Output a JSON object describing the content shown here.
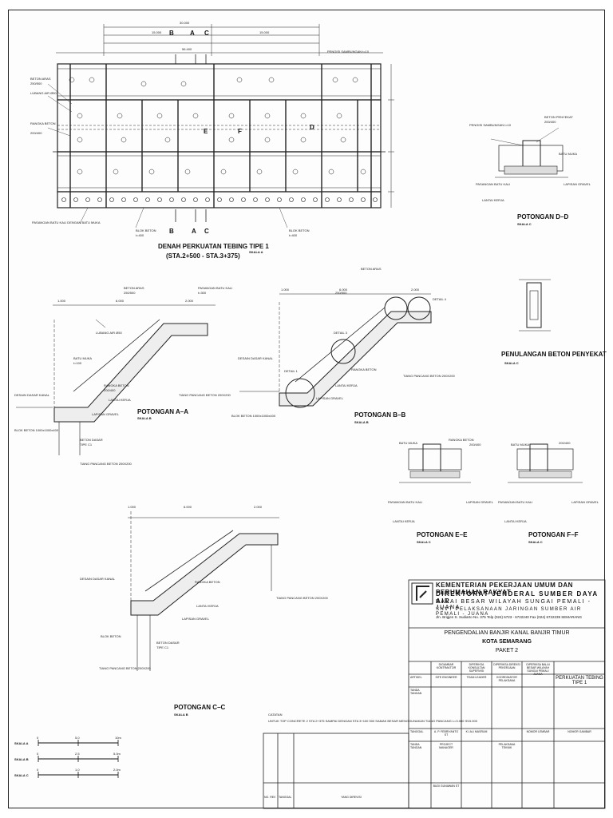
{
  "plan": {
    "title": "DENAH PERKUATAN TEBING TIPE 1",
    "subtitle": "(STA.2+500 - STA.3+375)",
    "scale": "SKALA A",
    "labels": [
      "BETON ARAS",
      "250/500",
      "LUBANG AIR Ø50",
      "RANGKA BETON",
      "200/400",
      "PASANGAN BATU KALI DENGAN BATU MUKA",
      "BLOK BETON",
      "t=400",
      "PENGISI SAMBUNGAN t=10"
    ],
    "section_marks": [
      "B",
      "A",
      "C",
      "E",
      "F",
      "D"
    ],
    "dims_top": [
      "30.000",
      "15.000",
      "15.000",
      "56.400"
    ]
  },
  "sections": {
    "aa": {
      "title": "POTONGAN A–A",
      "scale": "SKALA B",
      "labels": [
        "BETON ARAS",
        "250/500",
        "PASANGAN BATU KALI",
        "t=300",
        "LUBANG AIR Ø50",
        "BATU MUKA",
        "t=100",
        "RANGKA BETON",
        "200/400",
        "LANTAI KERJA",
        "LAPISAN GRAVEL",
        "TIANG PANCANG BETON 200X200",
        "DESAIN DASAR KANAL",
        "BLOK BETON 1000x1000x400",
        "BETON DASAR",
        "TIPE C1"
      ],
      "dims": [
        "1.000",
        "6.000",
        "2.000"
      ]
    },
    "bb": {
      "title": "POTONGAN B–B",
      "scale": "SKALA B",
      "labels": [
        "BETON ARAS",
        "250/500",
        "DETAIL 1",
        "DETAIL 3",
        "DETAIL 4",
        "DESAIN DASAR KANAL",
        "RANGKA BETON",
        "LANTAI KERJA",
        "LAPISAN GRAVEL",
        "TIANG PANCANG BETON 200X200",
        "BLOK BETON 1000x1000x400"
      ],
      "dims": [
        "1.000",
        "6.000",
        "2.000"
      ]
    },
    "cc": {
      "title": "POTONGAN C–C",
      "scale": "SKALA B",
      "labels": [
        "DESAIN DASAR KANAL",
        "RANGKA BETON",
        "LANTAI KERJA",
        "LAPISAN GRAVEL",
        "BLOK BETON",
        "BETON DASAR",
        "TIPE C1",
        "TIANG PANCANG BETON 200X200"
      ],
      "dims": [
        "1.000",
        "6.000",
        "2.000"
      ]
    },
    "dd": {
      "title": "POTONGAN D–D",
      "scale": "SKALA C",
      "labels": [
        "PENGISI SAMBUNGAN t=10",
        "BETON PENYEKAT",
        "200/400",
        "BATU MUKA",
        "PASANGAN BATU KALI",
        "LANTAI KERJA",
        "LAPISAN GRAVEL"
      ]
    },
    "ee": {
      "title": "POTONGAN E–E",
      "scale": "SKALA C",
      "labels": [
        "BATU MUKA",
        "RANGKA BETON",
        "200/400",
        "PASANGAN BATU KALI",
        "LAPISAN GRAVEL",
        "LANTAI KERJA"
      ]
    },
    "ff": {
      "title": "POTONGAN F–F",
      "scale": "SKALA C",
      "labels": [
        "BATU MUKA",
        "200/400",
        "PASANGAN BATU KALI",
        "LAPISAN GRAVEL",
        "LANTAI KERJA"
      ]
    },
    "peny": {
      "title": "PENULANGAN BETON PENYEKAT",
      "scale": "SKALA C"
    }
  },
  "note": {
    "heading": "CATATAN",
    "text": "UNTUK TOP CONCRETE 2 STA 2+375 SAMPAI DENGAN STA 3+100 500 SAMAK BESAR MENGGUNAKAN TIANG PANCANG L=3.000 Φ15.000"
  },
  "scales": [
    {
      "name": "SKALA A",
      "ticks": [
        "0",
        "5.0",
        "10m"
      ]
    },
    {
      "name": "SKALA B",
      "ticks": [
        "0",
        "2.5",
        "5.0m"
      ]
    },
    {
      "name": "SKALA C",
      "ticks": [
        "0",
        "1.0",
        "2.0m"
      ]
    }
  ],
  "title_block": {
    "org_line1": "KEMENTERIAN PEKERJAAN UMUM DAN PERUMAHAN RAKYAT",
    "org_line2": "DIREKTORAT JENDERAL SUMBER DAYA AIR",
    "org_line3": "BALAI BESAR WILAYAH SUNGAI PEMALI - JUANA",
    "org_line4": "SNVT PELAKSANAAN JARINGAN SUMBER AIR PEMALI - JUANA",
    "address": "Jln. Brigjen S. Sudiarto No. 375 Telp (024) 6723 - 6722240 Fax (024) 6722239 SEMARANG",
    "project_line1": "PENGENDALIAN BANJIR KANAL BANJIR TIMUR",
    "project_line2": "KOTA SEMARANG",
    "project_line3": "PAKET 2",
    "drawing_title": "PERKUATAN TEBING TIPE 1",
    "col_headers": [
      "DIGAMBAR KONTRAKTOR",
      "DIPERIKSA KONSULTAN SUPERVISI",
      "DIPERIKSA DIREKSI PEKERJAAN",
      "DIPERIKSA BALAI BESAR WILAYAH SUNGAI PEMALI JUANA"
    ],
    "row_labels": [
      "ARTIKEL",
      "TANDA TANGAN",
      "TANGGAL",
      "TANDA TANGAN"
    ],
    "roles": [
      "SITE ENGINEER",
      "TEAM LEADER",
      "PELAKSANA TEKNIK",
      "KOORDINATOR PELAKSANA"
    ],
    "names": [
      "A. P. FEBRIYANTO ST",
      "K.I ALI MASRUM",
      "PROJECT MANAGER",
      "BUDI GUNAWAN ST"
    ],
    "revision_cols": [
      "NO. REV",
      "TANGGAL",
      "YANG DIREVISI"
    ],
    "sheet_cols": [
      "NOMOR LEMBAR",
      "NOMOR GAMBAR"
    ]
  }
}
